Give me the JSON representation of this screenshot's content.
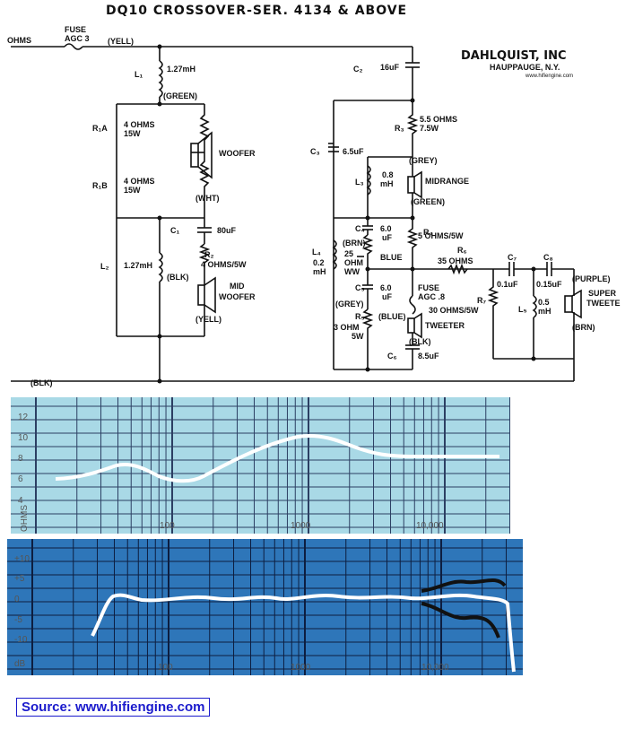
{
  "title": "DQ10 CROSSOVER-SER. 4134 & ABOVE",
  "company": {
    "name": "DAHLQUIST, INC",
    "city": "HAUPPAUGE, N.Y.",
    "watermark": "www.hifiengine.com"
  },
  "labels": {
    "ohms_left": "OHMS",
    "fuse_agc3": [
      "FUSE",
      "AGC 3"
    ],
    "yell_top": "(YELL)",
    "l1": "L₁",
    "l1_val": "1.27mH",
    "green1": "(GREEN)",
    "r1a": "R₁A",
    "r1a_val": [
      "4 OHMS",
      "15W"
    ],
    "r1b": "R₁B",
    "r1b_val": [
      "4 OHMS",
      "15W"
    ],
    "woofer": "WOOFER",
    "wht": "(WHT)",
    "c1": "C₁",
    "c1_val": "80uF",
    "l2": "L₂",
    "l2_val": "1.27mH",
    "r2": "R₂",
    "r2_val": "4 OHMS/5W",
    "blk_mid": "(BLK)",
    "mid_woofer": [
      "MID",
      "WOOFER"
    ],
    "yell_mid": "(YELL)",
    "c2": "C₂",
    "c2_val": "16uF",
    "r3": "R₃",
    "r3_val": [
      "5.5 OHMS",
      "7.5W"
    ],
    "grey1": "(GREY)",
    "c3": "C₃",
    "c3_val": "6.5uF",
    "l3": "L₃",
    "l3_val": [
      "0.8",
      "mH"
    ],
    "midrange": "MIDRANGE",
    "green2": "(GREEN)",
    "c4": "C₄",
    "c4_val": [
      "6.0",
      "uF"
    ],
    "r4": "R₄",
    "r4_val": "5 OHMS/5W",
    "l4": "L₄",
    "l4_val": [
      "0.2",
      "mH"
    ],
    "brn1": "(BRN)",
    "ww25": [
      "25",
      "OHM",
      "WW"
    ],
    "blue1": "BLUE",
    "r6": "R₆",
    "r6_val": "35 OHMS",
    "c5": "C₅",
    "c5_val": [
      "6.0",
      "uF"
    ],
    "grey2": "(GREY)",
    "r5": "R₅",
    "r5_val": [
      "3 OHM",
      "5W"
    ],
    "fuse_agc8": [
      "FUSE",
      "AGC .8"
    ],
    "blue2": "(BLUE)",
    "r7": "R₇",
    "r7_val": "30 OHMS/5W",
    "tweeter": "TWEETER",
    "blk_tw": "(BLK)",
    "c6": "C₆",
    "c6_val": "8.5uF",
    "c7": "C₇",
    "c7_val": "0.1uF",
    "c8": "C₈",
    "c8_val": "0.15uF",
    "l5": "L₅",
    "l5_val": [
      "0.5",
      "mH"
    ],
    "purple": "(PURPLE)",
    "super_tweeter": [
      "SUPER",
      "TWEETE"
    ],
    "brn2": "(BRN)",
    "blk_bottom": "(BLK)"
  },
  "impedance_graph": {
    "y_ticks": [
      "12",
      "10",
      "8",
      "6",
      "4"
    ],
    "x_ticks": [
      "100",
      "1000",
      "10,000"
    ],
    "y_axis_label": "OHMS",
    "bg_color": "#a9d9e6",
    "curve_color": "#ffffff"
  },
  "response_graph": {
    "y_ticks": [
      "+10",
      "+5",
      "0",
      "-5",
      "-10",
      "dB"
    ],
    "x_ticks": [
      "100",
      "1000",
      "10,000"
    ],
    "bg_color": "#2e76b9",
    "curve_color": "#ffffff"
  },
  "source": "Source: www.hifiengine.com"
}
